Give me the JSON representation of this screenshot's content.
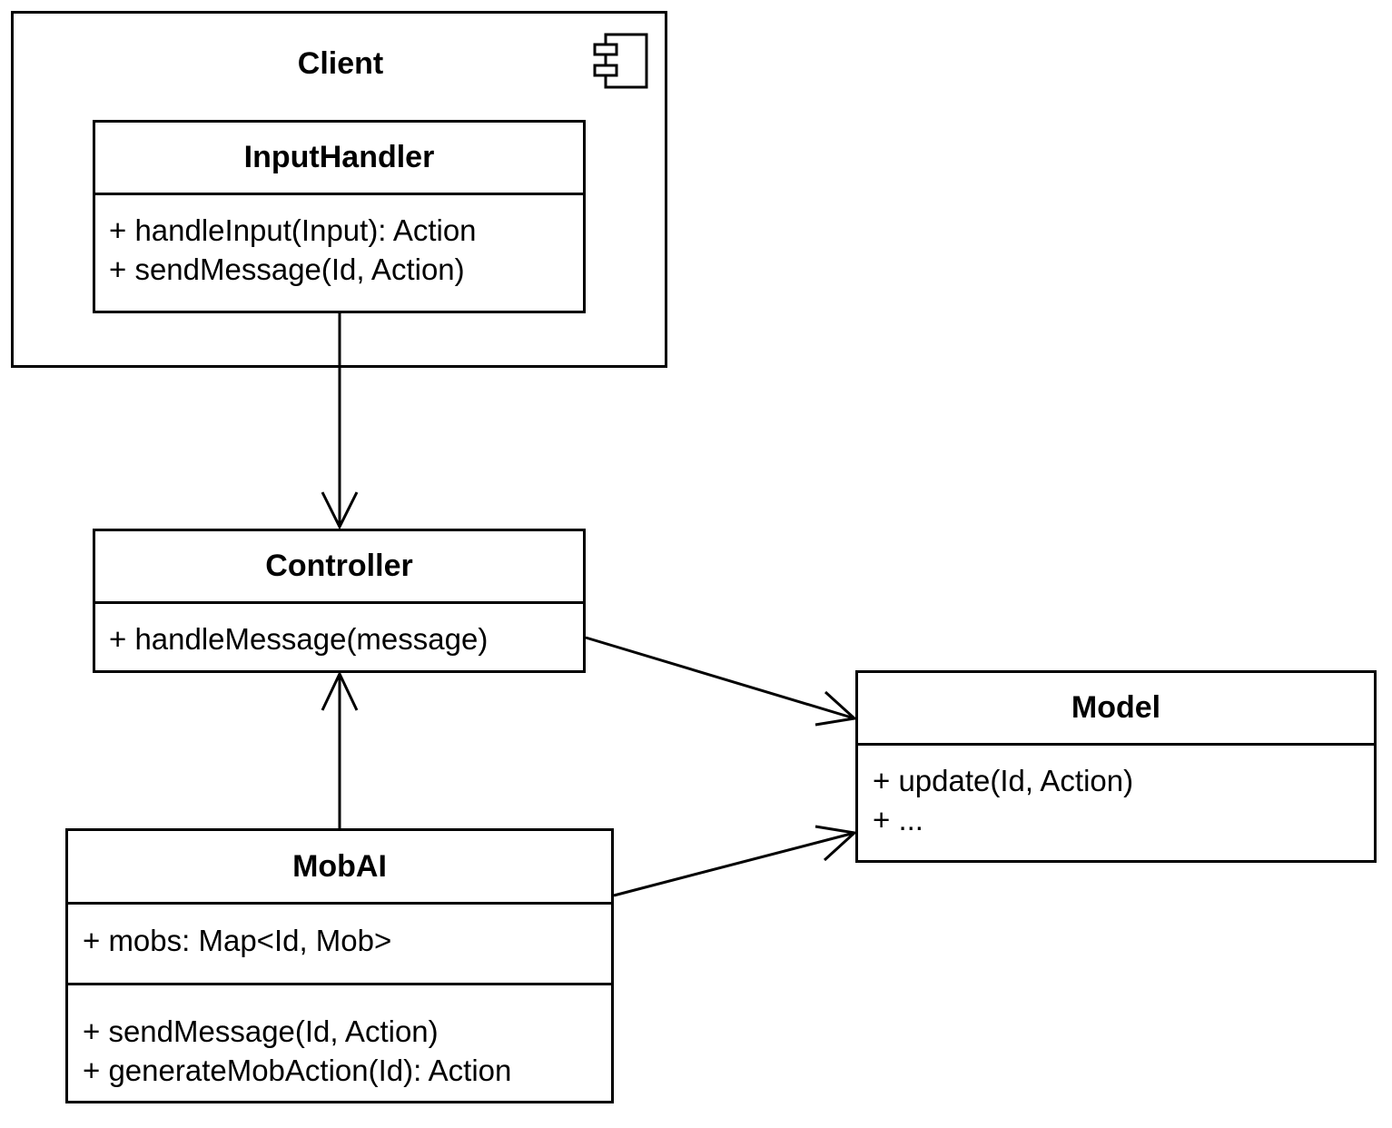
{
  "client": {
    "title": "Client",
    "icon": "component-icon"
  },
  "input_handler": {
    "title": "InputHandler",
    "methods": [
      "+ handleInput(Input): Action",
      "+ sendMessage(Id, Action)"
    ]
  },
  "controller": {
    "title": "Controller",
    "methods": [
      "+ handleMessage(message)"
    ]
  },
  "model": {
    "title": "Model",
    "methods": [
      "+ update(Id, Action)",
      "+ ..."
    ]
  },
  "mob_ai": {
    "title": "MobAI",
    "attributes": [
      "+ mobs: Map<Id, Mob>"
    ],
    "methods": [
      "+ sendMessage(Id, Action)",
      "+ generateMobAction(Id): Action"
    ]
  },
  "relations": [
    {
      "from": "InputHandler",
      "to": "Controller",
      "type": "dependency"
    },
    {
      "from": "MobAI",
      "to": "Controller",
      "type": "dependency"
    },
    {
      "from": "Controller",
      "to": "Model",
      "type": "dependency"
    },
    {
      "from": "MobAI",
      "to": "Model",
      "type": "dependency"
    }
  ]
}
